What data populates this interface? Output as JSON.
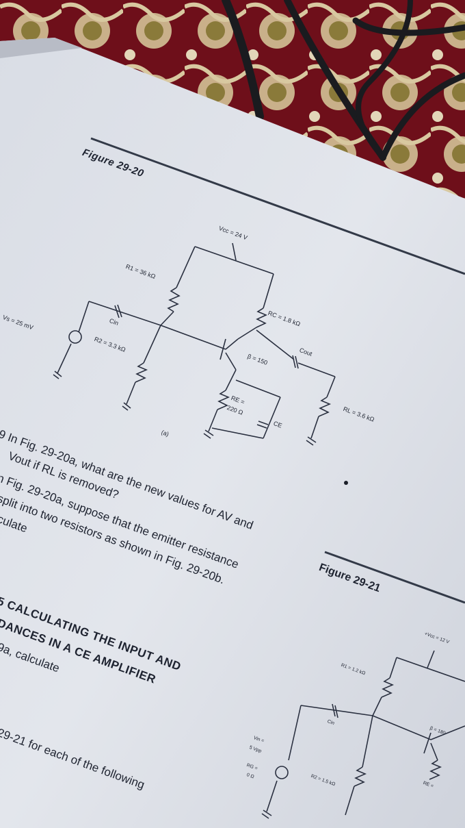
{
  "figure_29_20": {
    "caption": "Figure 29-20",
    "vcc": "Vcc = 24 V",
    "r1": "R1 = 36 kΩ",
    "r2": "R2 = 3.3 kΩ",
    "rc": "RC = 1.8 kΩ",
    "beta": "β = 150",
    "re_label": "RE =",
    "re_value": "220 Ω",
    "ce": "CE",
    "cin": "Cin",
    "cout": "Cout",
    "rl": "RL = 3.6 kΩ",
    "vs": "Vs = 25 mV",
    "sub": "(a)"
  },
  "problems": {
    "line1": "9 In Fig. 29-20a, what are the new values for AV and",
    "line2": "Vout if RL is removed?",
    "line3": "n Fig. 29-20a, suppose that the emitter resistance",
    "line4": "split into two resistors as shown in Fig. 29-20b.",
    "line5": "culate"
  },
  "section": {
    "line1": "5 CALCULATING THE INPUT AND",
    "line2": "DANCES IN A CE AMPLIFIER",
    "line3": "9a, calculate",
    "line4": "29-21 for each of the following"
  },
  "figure_29_21": {
    "caption": "Figure 29-21",
    "vcc": "+Vcc = 12 V",
    "r1": "R1 = 1.2 kΩ",
    "r2": "R2 = 1.5 kΩ",
    "cin": "Cin",
    "vin": "Vin =",
    "vin_value": "5 Vpp",
    "rg": "RG =",
    "rg_value": "0 Ω",
    "beta": "β = 180",
    "re": "RE ="
  }
}
